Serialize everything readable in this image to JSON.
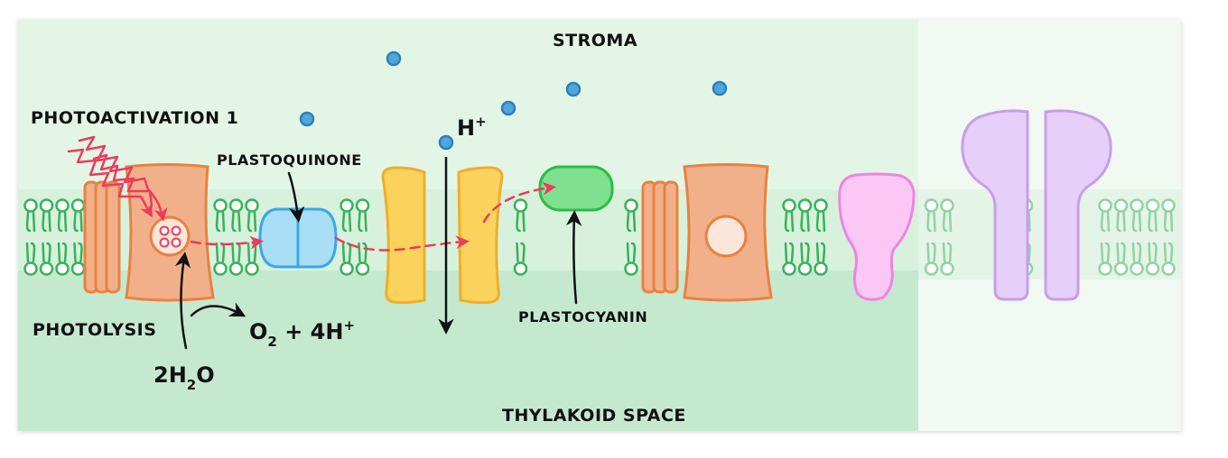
{
  "labels": {
    "stroma": "STROMA",
    "thylakoid_space": "THYLAKOID SPACE",
    "photoactivation": "PHOTOACTIVATION 1",
    "plastoquinone": "PLASTOQUINONE",
    "plastocyanin": "PLASTOCYANIN",
    "photolysis": "PHOTOLYSIS",
    "proton": "H",
    "proton_sup": "+",
    "water": "2H",
    "water_sub": "2",
    "water_end": "O",
    "oxygen": "O",
    "oxygen_sub": "2",
    "oxygen_rest": " + 4H",
    "oxygen_sup": "+"
  },
  "colors": {
    "stroma_bg": "#e3f6e6",
    "thylakoid_bg": "#c5e9cf",
    "membrane_lipid": "#38b25a",
    "photosystem": "#f2b08a",
    "photosystem_stroke": "#e8823f",
    "plastoquinone": "#a8def6",
    "plastoquinone_stroke": "#3aa8e6",
    "cytochrome": "#fbd35c",
    "cytochrome_stroke": "#efae2a",
    "plastocyanin": "#7fe08f",
    "plastocyanin_stroke": "#2dbb4a",
    "ferredoxin_reductase": "#fbc8f6",
    "ferredoxin_reductase_stroke": "#ef84e0",
    "atp_synthase": "#e6cff8",
    "atp_synthase_stroke": "#c89ee8",
    "electron_path": "#ee3a5c",
    "proton_dot": "#4fa6dc",
    "proton_dot_stroke": "#2c7fbc"
  }
}
